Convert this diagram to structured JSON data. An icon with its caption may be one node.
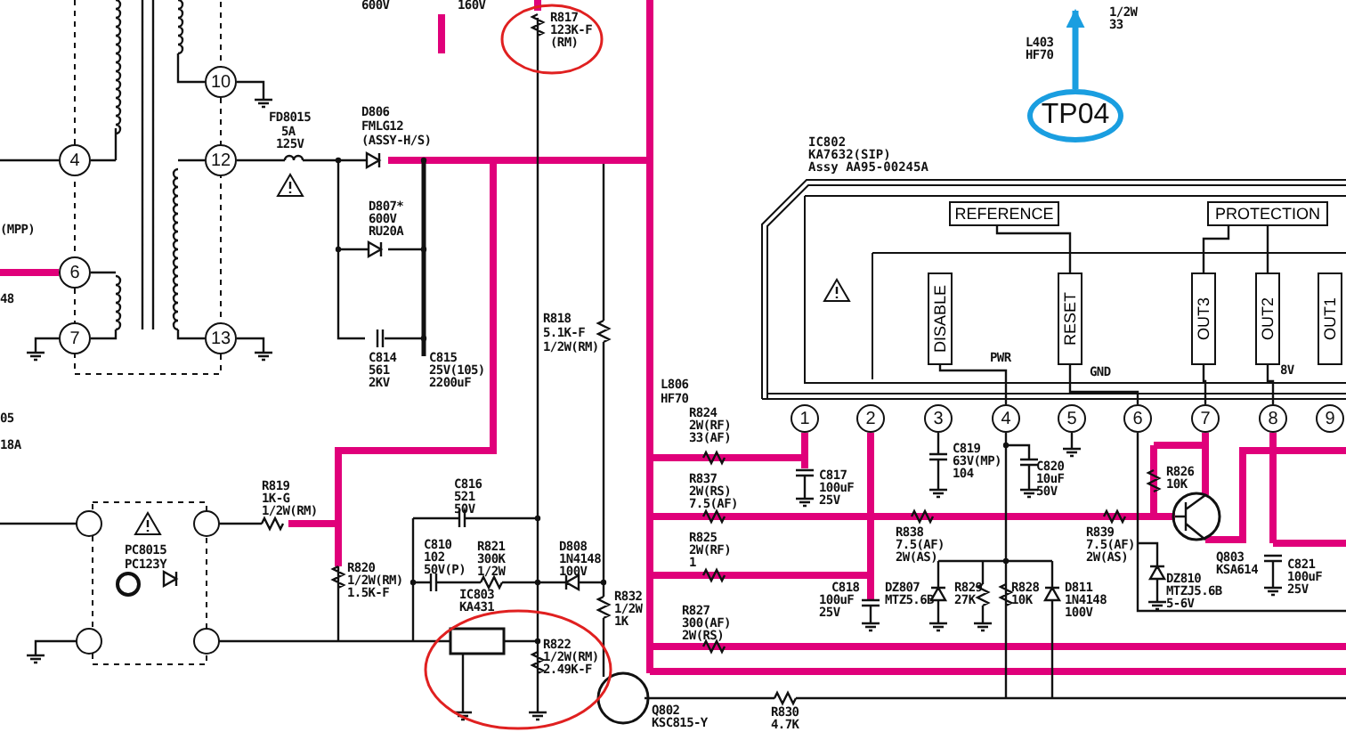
{
  "diagram": {
    "nodes": [
      {
        "text": [
          "10"
        ]
      },
      {
        "text": [
          "4"
        ]
      },
      {
        "text": [
          "12"
        ]
      },
      {
        "text": [
          "6"
        ]
      },
      {
        "text": [
          "7"
        ]
      },
      {
        "text": [
          "13"
        ]
      },
      {
        "text": [
          "TP04"
        ]
      },
      {
        "text": [
          "IC802",
          "KA7632(SIP)",
          "Assy AA95-00245A"
        ]
      },
      {
        "text": [
          "REFERENCE"
        ],
        "in": 7
      },
      {
        "text": [
          "PROTECTION"
        ],
        "in": 7
      },
      {
        "text": [
          "DISABLE"
        ],
        "in": 7
      },
      {
        "text": [
          "RESET"
        ],
        "in": 7
      },
      {
        "text": [
          "OUT3"
        ],
        "in": 7
      },
      {
        "text": [
          "OUT2"
        ],
        "in": 7
      },
      {
        "text": [
          "OUT1"
        ],
        "in": 7
      },
      {
        "text": [
          "1"
        ]
      },
      {
        "text": [
          "2"
        ]
      },
      {
        "text": [
          "3"
        ]
      },
      {
        "text": [
          "4"
        ]
      },
      {
        "text": [
          "5"
        ]
      },
      {
        "text": [
          "6"
        ]
      },
      {
        "text": [
          "7"
        ]
      },
      {
        "text": [
          "8"
        ]
      },
      {
        "text": [
          "9"
        ]
      }
    ],
    "edges": [
      {
        "from": 6,
        "to": null,
        "arrow": "to",
        "style": "thick",
        "color": "#1a9ee0"
      },
      {
        "from": 8,
        "to": 11,
        "arrow": "none"
      },
      {
        "from": 9,
        "to": 12,
        "arrow": "none"
      },
      {
        "from": 9,
        "to": 13,
        "arrow": "none"
      },
      {
        "from": 12,
        "to": 21,
        "arrow": "none"
      },
      {
        "from": 13,
        "to": 22,
        "arrow": "none"
      },
      {
        "from": 10,
        "to": 18,
        "arrow": "none"
      },
      {
        "from": 11,
        "to": 20,
        "arrow": "none"
      }
    ],
    "labels": [
      "600V",
      "160V",
      "1/2W",
      "33",
      "L403",
      "HF70",
      "FD8015",
      "5A",
      "125V",
      "D806",
      "FMLG12",
      "(ASSY-H/S)",
      "R817",
      "123K-F",
      "(RM)",
      "(MPP)",
      "D807*",
      "600V",
      "RU20A",
      "48",
      "R818",
      "5.1K-F",
      "1/2W(RM)",
      "C814",
      "561",
      "2KV",
      "C815",
      "25V(105)",
      "2200uF",
      "PWR",
      "GND",
      "8V",
      "L806",
      "HF70",
      "05",
      "18A",
      "R824",
      "2W(RF)",
      "33(AF)",
      "C819",
      "63V(MP)",
      "104",
      "C820",
      "10uF",
      "50V",
      "R826",
      "10K",
      "C817",
      "100uF",
      "25V",
      "R837",
      "2W(RS)",
      "7.5(AF)",
      "C816",
      "521",
      "50V",
      "R819",
      "1K-G",
      "1/2W(RM)",
      "R838",
      "7.5(AF)",
      "2W(AS)",
      "R839",
      "7.5(AF)",
      "2W(AS)",
      "R825",
      "2W(RF)",
      "1",
      "C810",
      "102",
      "50V(P)",
      "PC8015",
      "PC123Y",
      "R821",
      "300K",
      "1/2W",
      "D808",
      "1N4148",
      "100V",
      "Q803",
      "KSA614",
      "C821",
      "100uF",
      "25V",
      "R820",
      "1/2W(RM)",
      "1.5K-F",
      "DZ810",
      "MTZJ5.6B",
      "5-6V",
      "C818",
      "100uF",
      "25V",
      "DZ807",
      "MTZ5.6B",
      "R829",
      "27K",
      "R828",
      "10K",
      "D811",
      "1N4148",
      "100V",
      "R832",
      "1/2W",
      "1K",
      "IC803",
      "KA431",
      "R827",
      "300(AF)",
      "2W(RS)",
      "R822",
      "1/2W(RM)",
      "2.49K-F",
      "Q802",
      "KSC815-Y",
      "R830",
      "4.7K"
    ]
  }
}
